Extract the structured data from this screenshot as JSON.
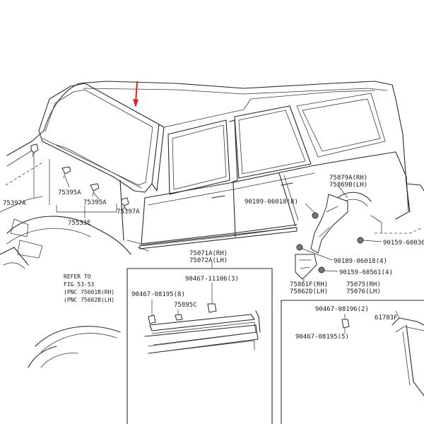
{
  "colors": {
    "ink": "#2a2a2a",
    "pointer": "#e02020",
    "background": "#ffffff"
  },
  "labels": {
    "p75879a": "75879A(RH)",
    "p75869b": "75869B(LH)",
    "p90189_06018_8": "90189-06018(8)",
    "p90159_60036": "90159-60036",
    "p90189_06018_4": "90189-06018(4)",
    "p90159_60561_4": "90159-60561(4)",
    "p75861f": "75861F(RH)",
    "p75862d": "75862D(LH)",
    "p75075": "75075(RH)",
    "p75076": "75076(LH)",
    "p75071a": "75071A(RH)",
    "p75072a": "75072A(LH)",
    "p90467_11106_3": "90467-11106(3)",
    "p90467_08195_8": "90467-08195(8)",
    "p75895c": "75895C",
    "p90467_08196_2": "90467-08196(2)",
    "p61783f": "61783F",
    "p90467_08195_5": "90467-08195(5)",
    "p75397a_left": "75397A",
    "p75395a_top": "75395A",
    "p75395a_bottom": "75395A",
    "p75397a_right": "75397A",
    "p75533e": "75533E",
    "refer_line1": "REFER TO",
    "refer_line2": "FIG 53-53",
    "refer_line3": "(PNC 75601B(RH)",
    "refer_line4": "(PNC 75602B(LH)"
  }
}
